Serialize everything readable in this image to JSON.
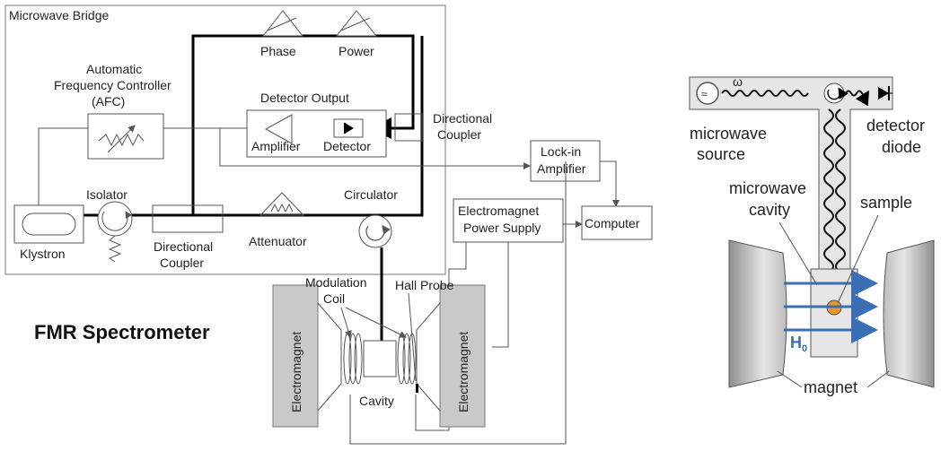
{
  "left_diagram": {
    "bridge_title": "Microwave Bridge",
    "phase": "Phase",
    "power": "Power",
    "afc_line1": "Automatic",
    "afc_line2": "Frequency Controller",
    "afc_line3": "(AFC)",
    "detector_output": "Detector Output",
    "amplifier": "Amplifier",
    "detector": "Detector",
    "dir_coupler_top_1": "Directional",
    "dir_coupler_top_2": "Coupler",
    "isolator": "Isolator",
    "klystron": "Klystron",
    "dir_coupler_bottom_1": "Directional",
    "dir_coupler_bottom_2": "Coupler",
    "attenuator": "Attenuator",
    "circulator": "Circulator",
    "lockin_1": "Lock-in",
    "lockin_2": "Amplifier",
    "em_supply_1": "Electromagnet",
    "em_supply_2": "Power Supply",
    "computer": "Computer",
    "modulation_1": "Modulation",
    "modulation_2": "Coil",
    "hall_probe": "Hall Probe",
    "electromagnet_left": "Electromagnet",
    "electromagnet_right": "Electromagnet",
    "cavity": "Cavity",
    "fmr_title": "FMR Spectrometer"
  },
  "right_diagram": {
    "omega": "ω",
    "microwave_source_1": "microwave",
    "microwave_source_2": "source",
    "detector_diode_1": "detector",
    "detector_diode_2": "diode",
    "microwave_cavity_1": "microwave",
    "microwave_cavity_2": "cavity",
    "sample": "sample",
    "h0": "H",
    "h0_sub": "0",
    "magnet": "magnet"
  },
  "colors": {
    "field_arrow": "#3a6fb5",
    "sample": "#e69a2e",
    "magnet_fill": "#c9c9c9"
  }
}
